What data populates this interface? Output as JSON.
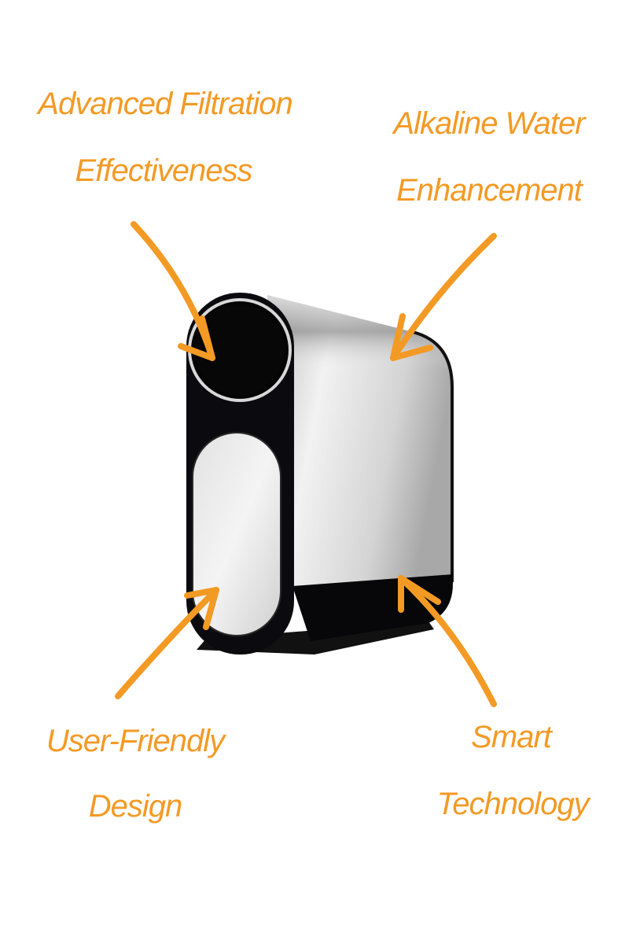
{
  "colors": {
    "accent": "#F39A25",
    "device_dark": "#0b0b0f",
    "device_silver": "#d9d9d9"
  },
  "labels": {
    "filtration": {
      "line1": "Advanced Filtration",
      "line2": "Effectiveness"
    },
    "alkaline": {
      "line1": "Alkaline Water",
      "line2": "Enhancement"
    },
    "design": {
      "line1": "User-Friendly",
      "line2": "Design"
    },
    "smart": {
      "line1": "Smart",
      "line2": "Technology"
    }
  }
}
